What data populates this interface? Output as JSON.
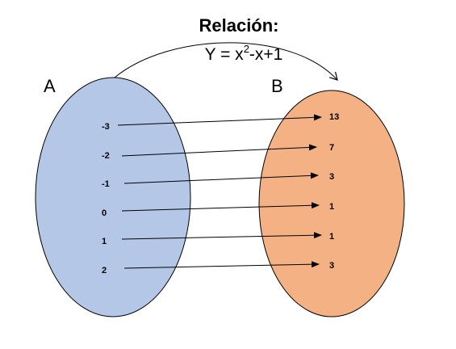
{
  "title": "Relación:",
  "formula": {
    "lhs": "Y = x",
    "exponent": "2",
    "rhs": "-x+1"
  },
  "sets": {
    "a": {
      "label": "A",
      "fill": "#b4c7e7",
      "values": [
        "-3",
        "-2",
        "-1",
        "0",
        "1",
        "2"
      ]
    },
    "b": {
      "label": "B",
      "fill": "#f4b183",
      "values": [
        "13",
        "7",
        "3",
        "1",
        "1",
        "3"
      ]
    }
  },
  "outline_color": "#000000"
}
